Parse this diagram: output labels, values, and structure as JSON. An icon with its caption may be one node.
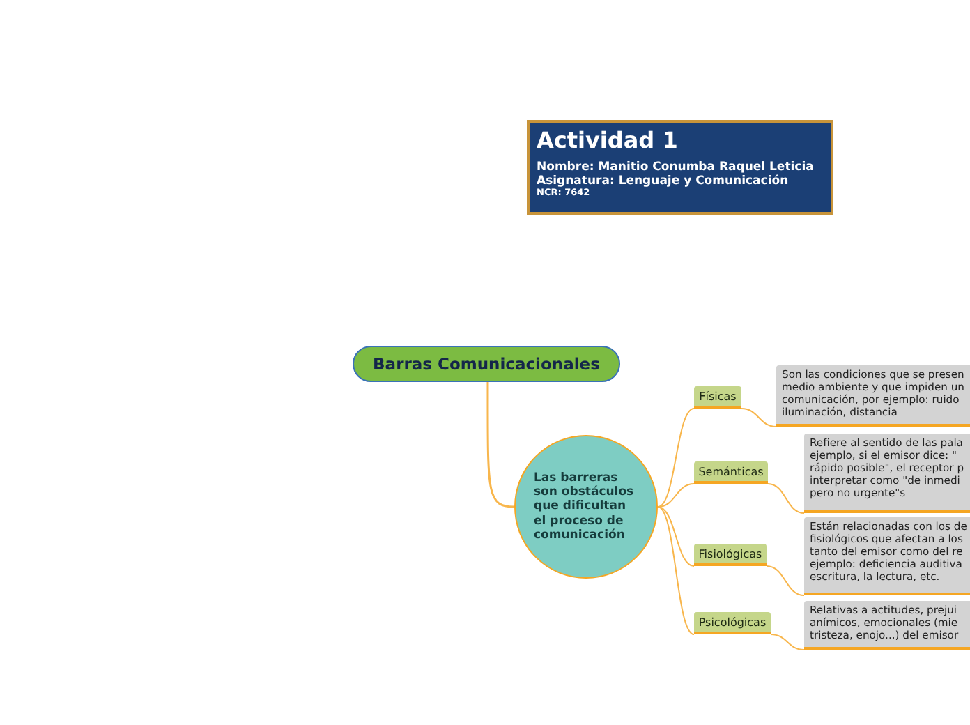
{
  "diagram": {
    "nodes": [
      {
        "text": [
          "Actividad 1",
          "Nombre: Manitio Conumba Raquel Leticia",
          "Asignatura: Lenguaje y Comunicación",
          "NCR: 7642"
        ]
      },
      {
        "text": [
          "Barras Comunicacionales"
        ]
      },
      {
        "text": [
          "Las barreras son obstáculos que dificultan el proceso de comunicación"
        ]
      },
      {
        "text": [
          "Físicas"
        ]
      },
      {
        "text": [
          "Semánticas"
        ]
      },
      {
        "text": [
          "Fisiológicas"
        ]
      },
      {
        "text": [
          "Psicológicas"
        ]
      },
      {
        "text": [
          "Son las condiciones que se presen medio ambiente y que impiden un comunicación, por ejemplo: ruido iluminación, distancia"
        ]
      },
      {
        "text": [
          "Refiere al sentido de las pala ejemplo, si el emisor dice: \" rápido posible\", el receptor p interpretar como \"de inmedi pero no urgente\"s"
        ]
      },
      {
        "text": [
          "Están relacionadas con los de fisiológicos que afectan a los tanto del emisor como del re ejemplo: deficiencia auditiva escritura, la lectura, etc."
        ]
      },
      {
        "text": [
          "Relativas a actitudes, prejui anímicos, emocionales (mie tristeza, enojo...) del emisor"
        ]
      }
    ],
    "edges": [
      {
        "from": 1,
        "to": 2,
        "arrow": "none"
      },
      {
        "from": 2,
        "to": 3,
        "arrow": "none"
      },
      {
        "from": 2,
        "to": 4,
        "arrow": "none"
      },
      {
        "from": 2,
        "to": 5,
        "arrow": "none"
      },
      {
        "from": 2,
        "to": 6,
        "arrow": "none"
      },
      {
        "from": 3,
        "to": 7,
        "arrow": "none"
      },
      {
        "from": 4,
        "to": 8,
        "arrow": "none"
      },
      {
        "from": 5,
        "to": 9,
        "arrow": "none"
      },
      {
        "from": 6,
        "to": 10,
        "arrow": "none"
      }
    ]
  }
}
